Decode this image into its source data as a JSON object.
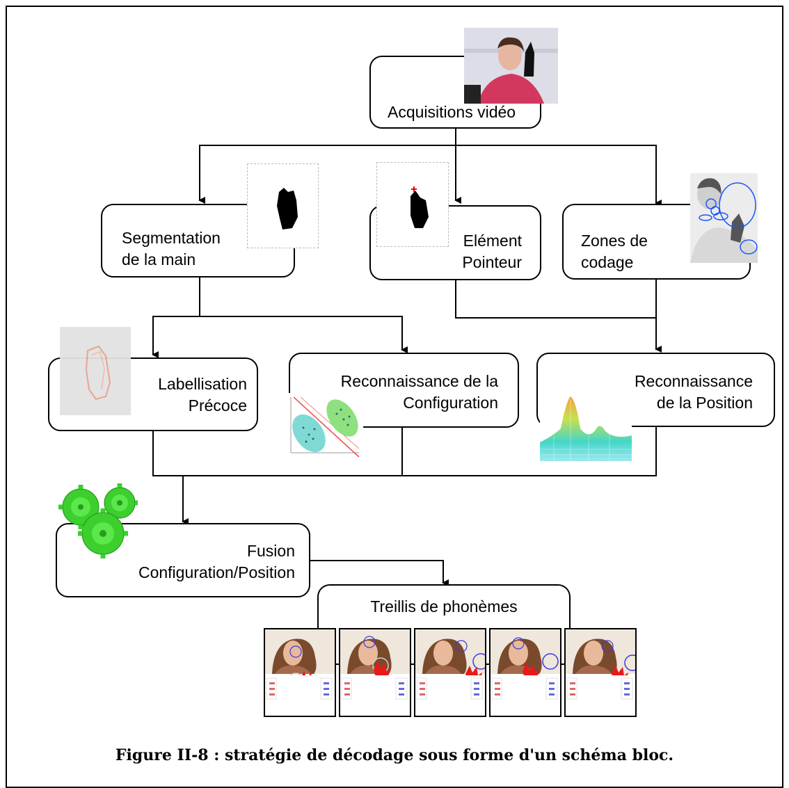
{
  "nodes": {
    "acquisition": {
      "label": "Acquisitions vidéo"
    },
    "segmentation": {
      "label": "Segmentation\nde la main"
    },
    "pointeur": {
      "label": "Elément\nPointeur"
    },
    "zones": {
      "label": "Zones de\ncodage"
    },
    "labellisation": {
      "label": "Labellisation\nPrécoce"
    },
    "reco_config": {
      "label": "Reconnaissance de la\nConfiguration"
    },
    "reco_position": {
      "label": "Reconnaissance\nde la Position"
    },
    "fusion": {
      "label": "Fusion\nConfiguration/Position"
    },
    "treillis": {
      "label": "Treillis de phonèmes"
    }
  },
  "edges": [
    {
      "from": "acquisition",
      "to": "segmentation"
    },
    {
      "from": "acquisition",
      "to": "pointeur"
    },
    {
      "from": "acquisition",
      "to": "zones"
    },
    {
      "from": "segmentation",
      "to": "labellisation"
    },
    {
      "from": "segmentation",
      "to": "reco_config"
    },
    {
      "from": "pointeur",
      "to": "reco_position"
    },
    {
      "from": "zones",
      "to": "reco_position"
    },
    {
      "from": "labellisation",
      "to": "fusion"
    },
    {
      "from": "reco_config",
      "to": "fusion"
    },
    {
      "from": "reco_position",
      "to": "fusion"
    },
    {
      "from": "fusion",
      "to": "treillis"
    }
  ],
  "caption": "Figure II-8 : stratégie de décodage sous forme d'un schéma bloc."
}
